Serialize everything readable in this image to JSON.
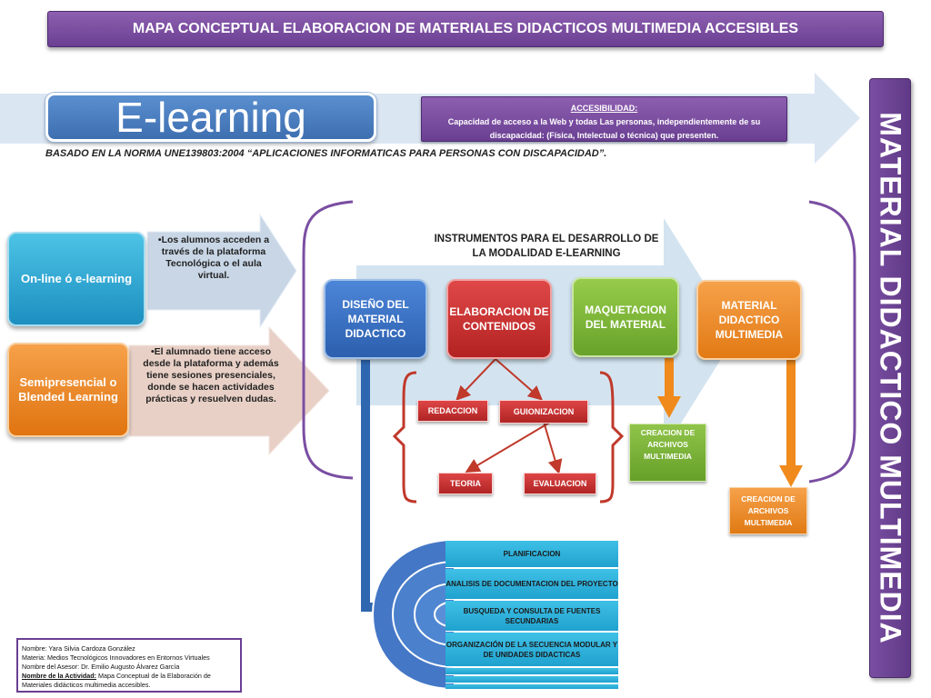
{
  "header": {
    "title": "MAPA CONCEPTUAL ELABORACION DE MATERIALES DIDACTICOS MULTIMEDIA ACCESIBLES"
  },
  "elearning": {
    "label": "E-learning"
  },
  "accesibilidad": {
    "heading": "ACCESIBILIDAD:",
    "text": "Capacidad de acceso a la Web y todas Las personas, independientemente de su discapacidad: (Física, Intelectual o técnica) que presenten."
  },
  "norma": "BASADO EN LA NORMA UNE139803:2004 “APLICACIONES INFORMATICAS PARA PERSONAS CON DISCAPACIDAD”.",
  "vertical_title": "MATERIAL DIDACTICO MULTIMEDIA",
  "modalidades": [
    {
      "label": "On-line ó e-learning",
      "desc": "•Los alumnos acceden a través de la plataforma Tecnológica o el aula virtual."
    },
    {
      "label": "Semipresencial o Blended Learning",
      "desc": "•El alumnado tiene acceso desde la plataforma y además tiene sesiones presenciales, donde se hacen actividades prácticas y resuelven dudas."
    }
  ],
  "instrumentos": {
    "title": "INSTRUMENTOS PARA EL DESARROLLO DE LA MODALIDAD E-LEARNING",
    "steps": [
      "DISEÑO DEL MATERIAL DIDACTICO",
      "ELABORACION DE CONTENIDOS",
      "MAQUETACION DEL MATERIAL",
      "MATERIAL DIDACTICO MULTIMEDIA"
    ]
  },
  "contenidos": {
    "redaccion": "REDACCION",
    "guionizacion": "GUIONIZACION",
    "teoria": "TEORIA",
    "evaluacion": "EVALUACION"
  },
  "creacion": {
    "maquetacion": "CREACION DE ARCHIVOS MULTIMEDIA",
    "material": "CREACION DE ARCHIVOS MULTIMEDIA"
  },
  "diseno_pasos": [
    "PLANIFICACION",
    "ANALISIS DE DOCUMENTACION DEL PROYECTO",
    "BUSQUEDA Y CONSULTA DE FUENTES SECUNDARIAS",
    "ORGANIZACIÓN DE LA SECUENCIA MODULAR Y DE UNIDADES DIDACTICAS"
  ],
  "credits": {
    "nombre": "Nombre: Yara Silvia Cardoza González",
    "materia": "Materia: Medios Tecnológicos Innovadores en Entornos Virtuales",
    "asesor": "Nombre del Asesor: Dr. Emilio Augusto Álvarez García",
    "actividad_label": "Nombre de la Actividad:",
    "actividad": "Mapa Conceptual de la Elaboración de Materiales didácticos multimedia accesibles."
  },
  "colors": {
    "purple": "#6a3f92",
    "blue": "#3e6fb0",
    "cyan": "#1c8fc0",
    "orange": "#e07410",
    "red": "#b32222",
    "green": "#68a22a"
  }
}
